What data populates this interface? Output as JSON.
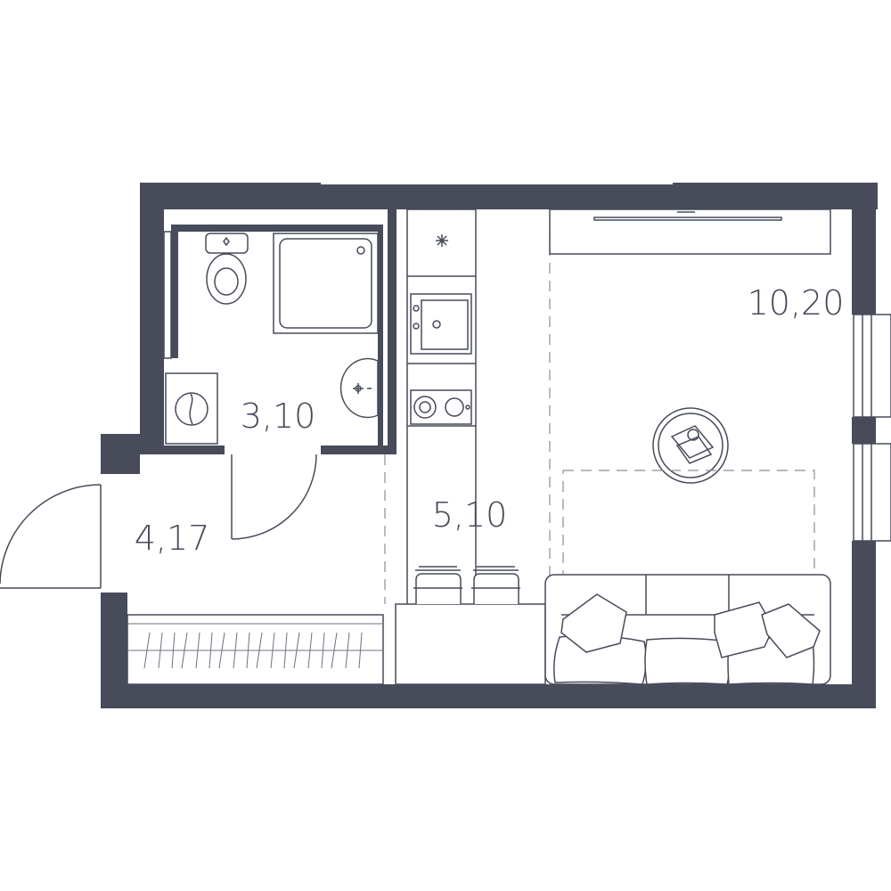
{
  "plan": {
    "rooms": [
      {
        "id": "bathroom",
        "area": "3,10"
      },
      {
        "id": "hallway",
        "area": "4,17"
      },
      {
        "id": "kitchen",
        "area": "5,10"
      },
      {
        "id": "living-room",
        "area": "10,20"
      }
    ],
    "wall_color": "#474b5a",
    "background": "#ffffff"
  }
}
